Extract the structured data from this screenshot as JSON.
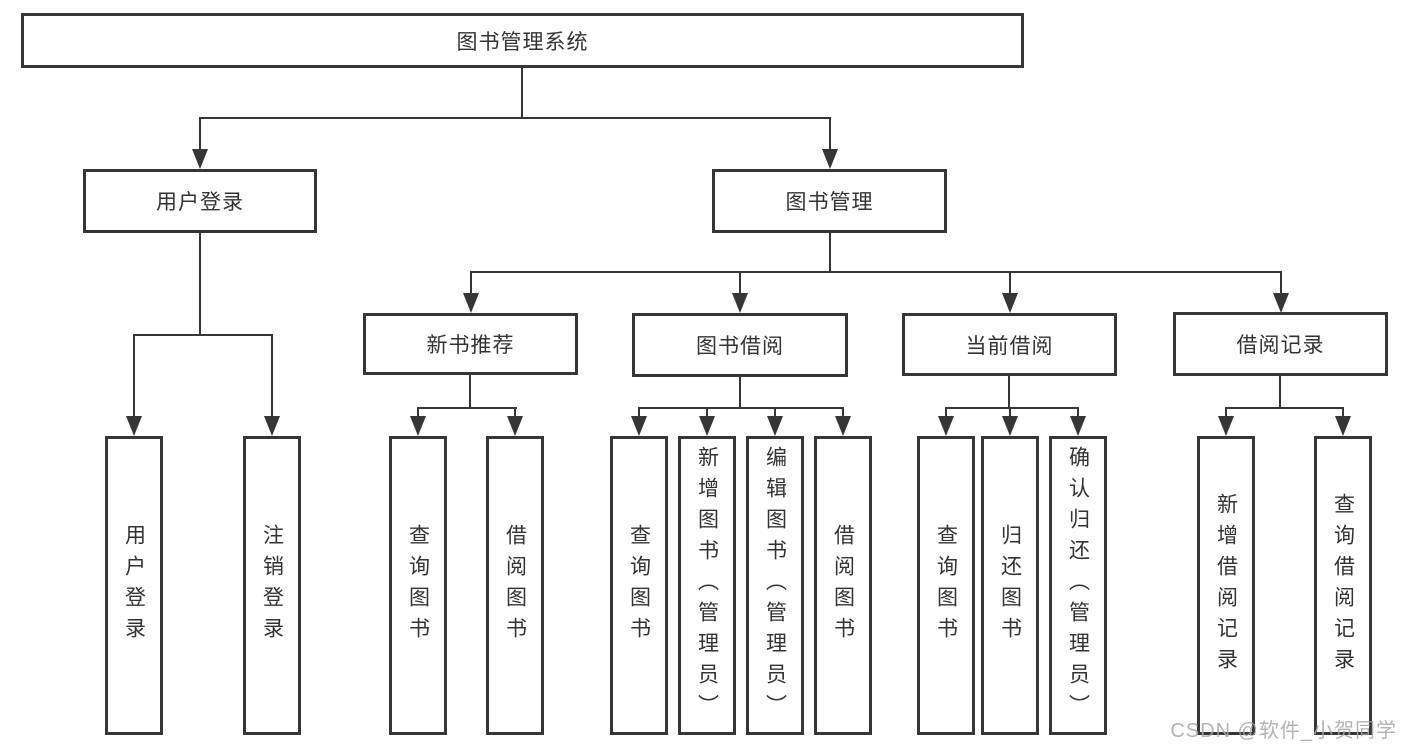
{
  "diagram_title": "图书管理系统",
  "watermark": "CSDN @软件_小贺同学",
  "colors": {
    "line": "#363636",
    "text": "#333333",
    "watermark": "#a6a6a6",
    "background": "#ffffff"
  },
  "nodes": {
    "root": {
      "label": "图书管理系统"
    },
    "user_login": {
      "label": "用户登录",
      "children": [
        {
          "label": "用户登录"
        },
        {
          "label": "注销登录"
        }
      ]
    },
    "book_management": {
      "label": "图书管理",
      "children": [
        {
          "label": "新书推荐",
          "children": [
            {
              "label": "查询图书"
            },
            {
              "label": "借阅图书"
            }
          ]
        },
        {
          "label": "图书借阅",
          "children": [
            {
              "label": "查询图书"
            },
            {
              "label": "新增图书（管理员）"
            },
            {
              "label": "编辑图书（管理员）"
            },
            {
              "label": "借阅图书"
            }
          ]
        },
        {
          "label": "当前借阅",
          "children": [
            {
              "label": "查询图书"
            },
            {
              "label": "归还图书"
            },
            {
              "label": "确认归还（管理员）"
            }
          ]
        },
        {
          "label": "借阅记录",
          "children": [
            {
              "label": "新增借阅记录"
            },
            {
              "label": "查询借阅记录"
            }
          ]
        }
      ]
    }
  }
}
